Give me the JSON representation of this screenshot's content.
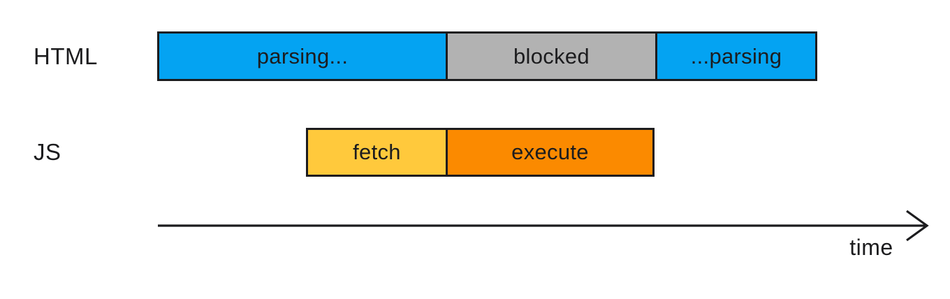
{
  "timeline": {
    "rows": [
      {
        "label": "HTML",
        "segments": [
          {
            "label": "parsing...",
            "color": "blue"
          },
          {
            "label": "blocked",
            "color": "gray"
          },
          {
            "label": "...parsing",
            "color": "blue"
          }
        ]
      },
      {
        "label": "JS",
        "segments": [
          {
            "label": "fetch",
            "color": "yellow"
          },
          {
            "label": "execute",
            "color": "orange"
          }
        ]
      }
    ],
    "axis": {
      "label": "time"
    }
  },
  "colors": {
    "blue": "#04a3f2",
    "gray": "#b2b2b2",
    "yellow": "#ffc93c",
    "orange": "#fb8a00",
    "ink": "#1c1c1e"
  }
}
